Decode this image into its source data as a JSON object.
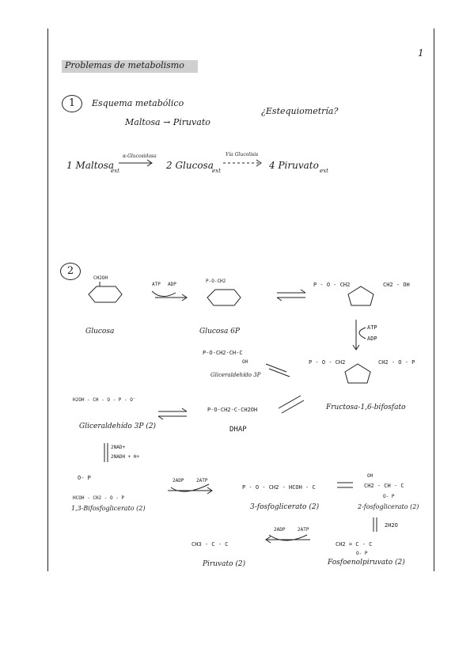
{
  "page_number": "1",
  "title": "Problemas de metabolismo",
  "section1": {
    "number": "1",
    "heading": "Esquema metabólico",
    "subheading": "Maltosa → Piruvato",
    "question": "¿Estequiometría?",
    "equation": {
      "reactant": "1 Maltosa",
      "reactant_sub": "ext",
      "arrow1_label": "α-Glucosidasa",
      "intermediate": "2 Glucosa",
      "intermediate_sub": "ext",
      "arrow2_label": "Vía Glucolisis",
      "product": "4 Piruvato",
      "product_sub": "ext"
    }
  },
  "section2": {
    "number": "2",
    "glucosa": {
      "name": "Glucosa",
      "top_group": "CH2OH"
    },
    "step1": {
      "cofactor_in": "ATP",
      "cofactor_out": "ADP"
    },
    "glucosa6p": {
      "name": "Glucosa 6P",
      "top_group": "P-O-CH2"
    },
    "fructosa6p": {
      "formula": "P - O - CH2",
      "side_group": "CH2 - OH"
    },
    "step3": {
      "cofactor_in": "ATP",
      "cofactor_out": "ADP"
    },
    "fructosa16bp": {
      "name": "Fructosa-1,6-bifosfato",
      "formula": "P - O - CH2",
      "side_group": "CH2 - O - P"
    },
    "g3p_top": {
      "formula": "P-O-CH2-CH-C",
      "sub": "OH",
      "name": "Gliceraldehído 3P"
    },
    "dhap": {
      "formula": "P-O-CH2-C-CH2OH",
      "name": "DHAP"
    },
    "g3p": {
      "formula": "H2OH - CH - O - P - O⁻",
      "name": "Gliceraldehído 3P (2)"
    },
    "step_nad": {
      "cofactor_in": "2NAD+",
      "cofactor_out": "2NADH + H+"
    },
    "bpg13": {
      "formula": "HCOH - CH2 - O - P",
      "top": "O- P",
      "name": "1,3-Bifosfoglicerato (2)"
    },
    "step_atp1": {
      "cofactor_in": "2ADP",
      "cofactor_out": "2ATP"
    },
    "pg3": {
      "formula": "P - O - CH2 - HCOH - C",
      "name": "3-fosfoglicerato (2)"
    },
    "pg2": {
      "formula": "CH2 - CH - C",
      "top": "OH",
      "bottom": "O- P",
      "name": "2-fosfoglicerato (2)"
    },
    "step_water": {
      "product": "2H2O"
    },
    "pep": {
      "formula": "CH2 = C - C",
      "bottom": "O- P",
      "name": "Fosfoenolpiruvato (2)"
    },
    "step_atp2": {
      "cofactor_in": "2ADP",
      "cofactor_out": "2ATP"
    },
    "piruvato": {
      "formula": "CH3 - C - C",
      "name": "Piruvato (2)"
    }
  }
}
